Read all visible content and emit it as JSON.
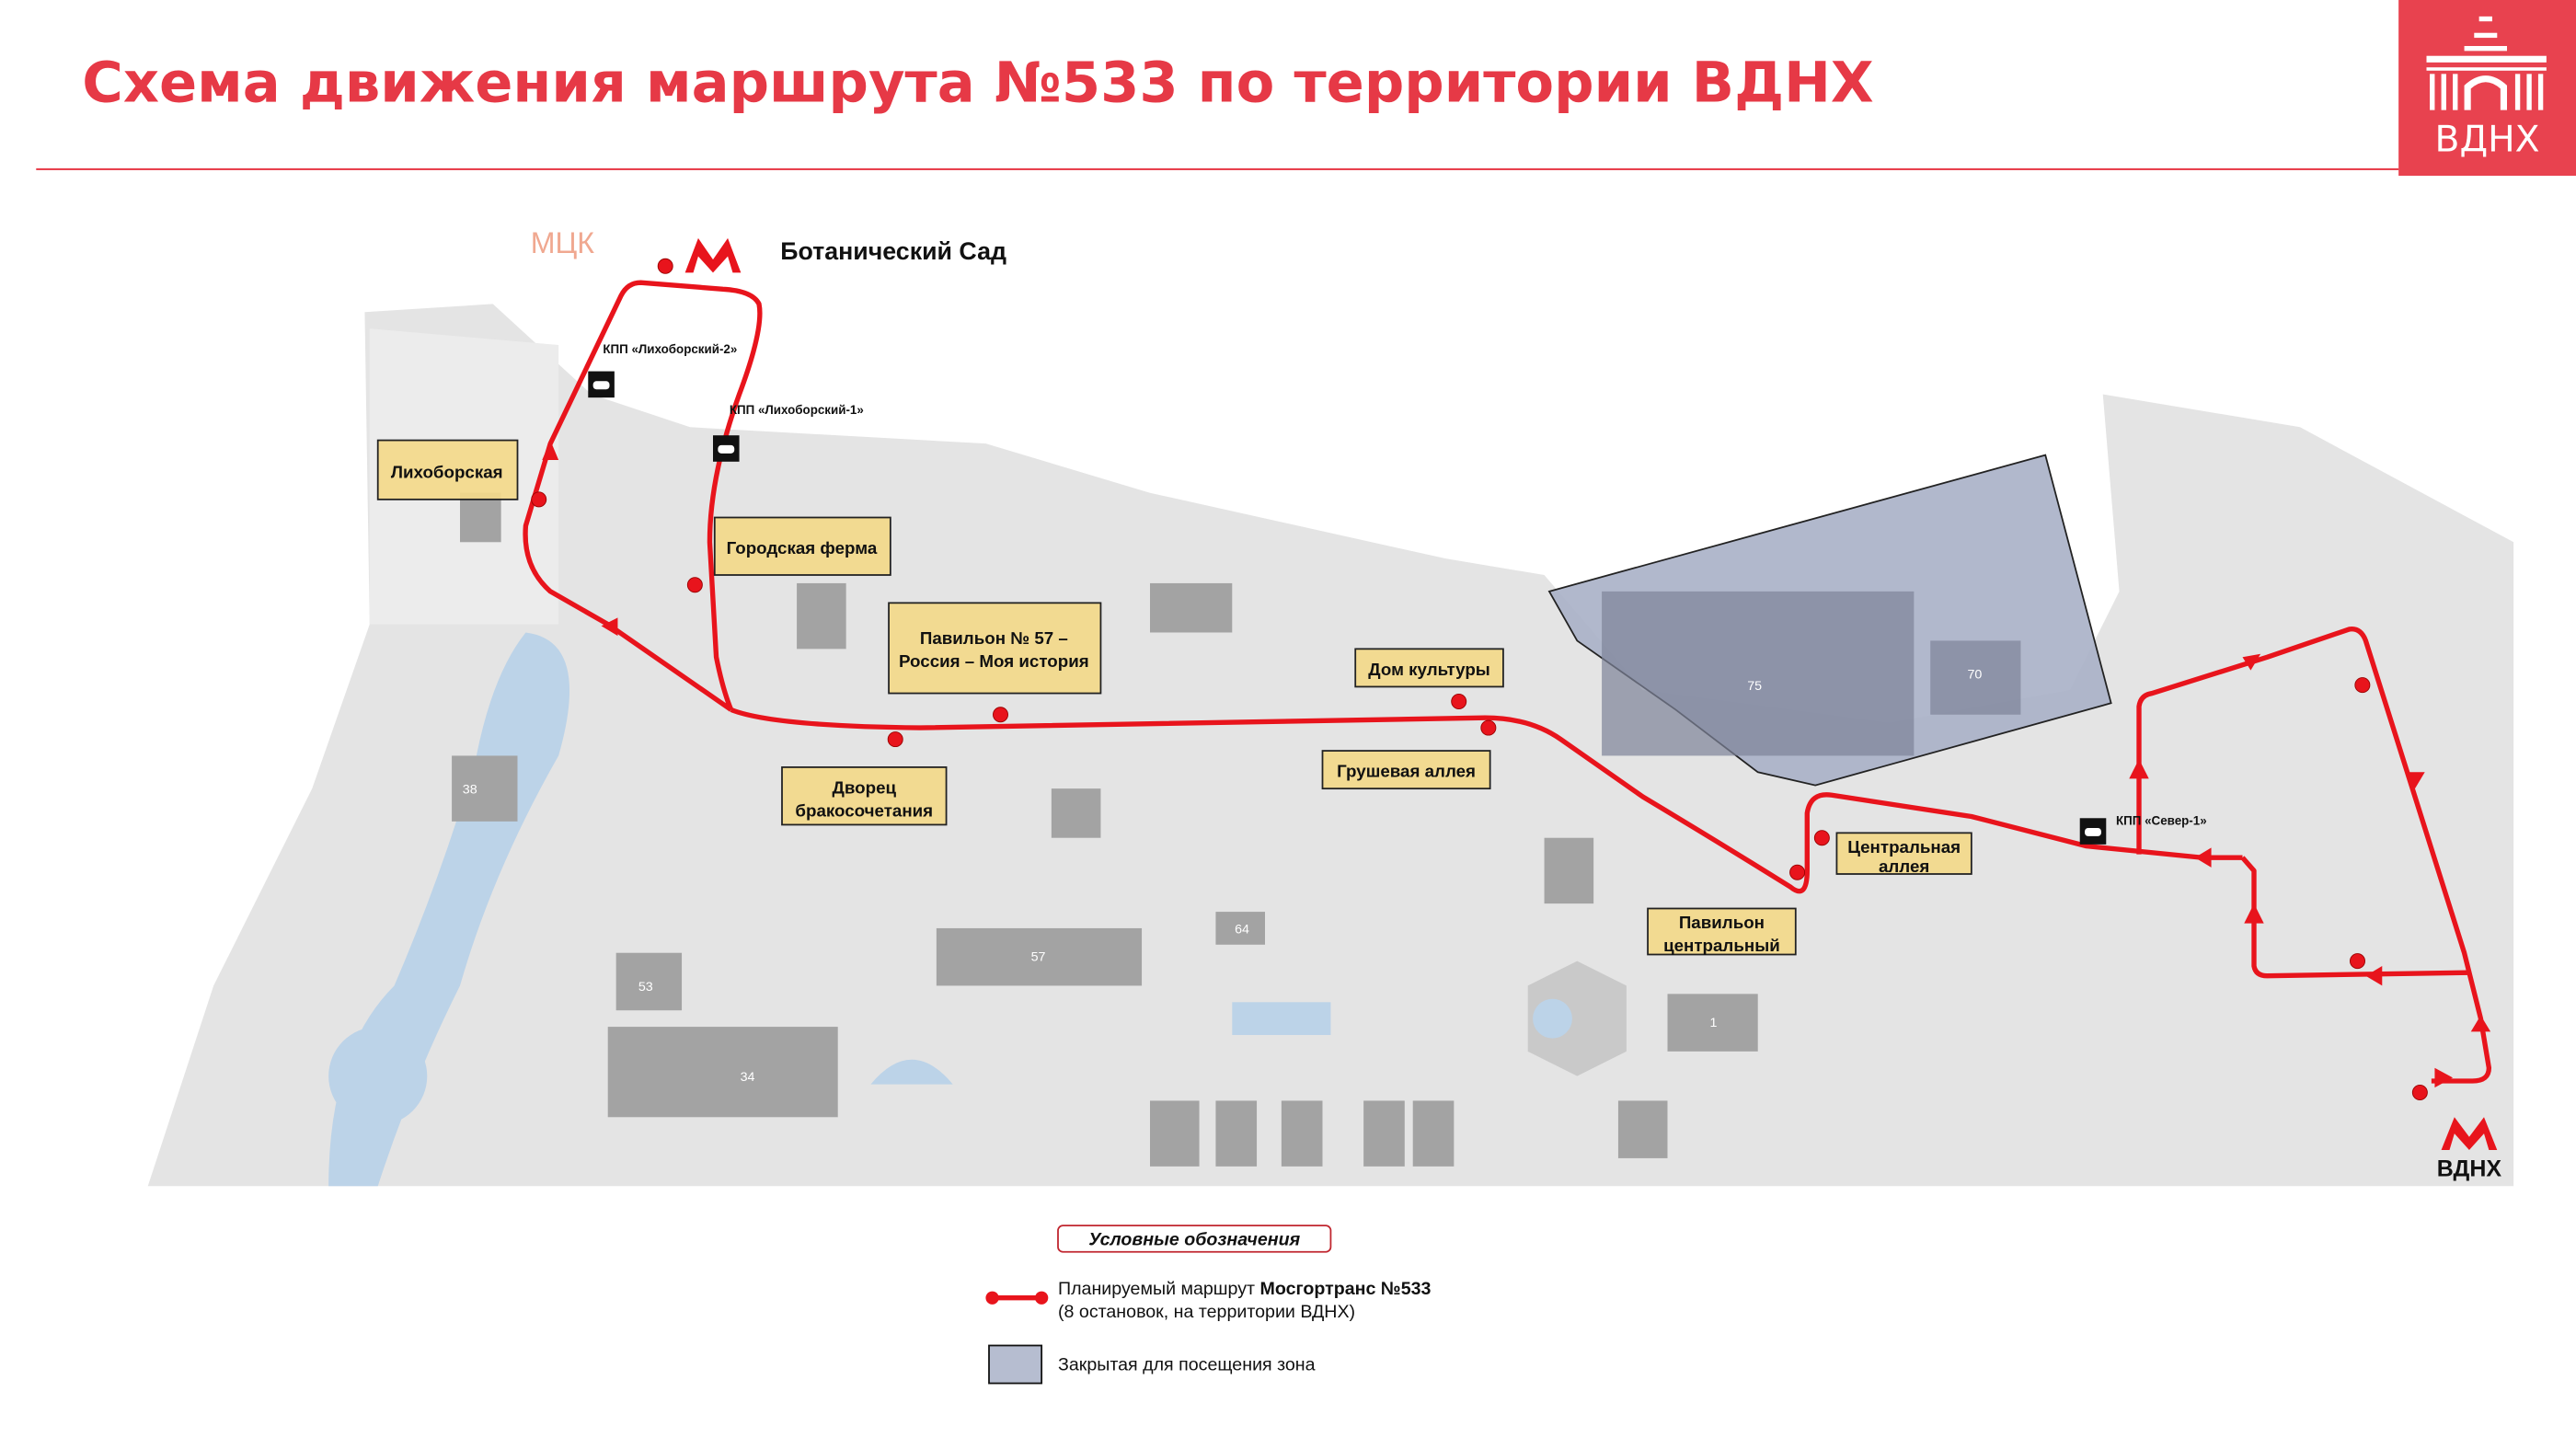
{
  "header": {
    "title": "Схема движения маршрута №533 по территории ВДНХ",
    "logo_text": "ВДНХ",
    "accent_color": "#e8424f"
  },
  "map": {
    "mck_label": "МЦК",
    "metro_top": "Ботанический Сад",
    "metro_bottom": "ВДНХ",
    "checkpoints": [
      {
        "label": "КПП «Лихоборский-2»",
        "icon": "car-icon"
      },
      {
        "label": "КПП «Лихоборский-1»",
        "icon": "car-icon"
      },
      {
        "label": "КПП «Север-1»",
        "icon": "car-icon"
      }
    ],
    "stops": [
      {
        "line1": "Лихоборская",
        "line2": ""
      },
      {
        "line1": "Городская ферма",
        "line2": ""
      },
      {
        "line1": "Павильон № 57 –",
        "line2": "Россия – Моя история"
      },
      {
        "line1": "Дом культуры",
        "line2": ""
      },
      {
        "line1": "Дворец",
        "line2": "бракосочетания"
      },
      {
        "line1": "Грушевая аллея",
        "line2": ""
      },
      {
        "line1": "Центральная",
        "line2": "аллея"
      },
      {
        "line1": "Павильон",
        "line2": "центральный"
      }
    ],
    "building_numbers": [
      "57",
      "34",
      "75",
      "70",
      "1",
      "38",
      "64",
      "53"
    ],
    "route_color": "#e8141c",
    "closed_zone_color": "#a9b0c6"
  },
  "legend": {
    "title": "Условные обозначения",
    "route_text": "Планируемый маршрут ",
    "route_bold": "Мосгортранс №533",
    "route_sub": "(8 остановок, на территории ВДНХ)",
    "closed_zone": "Закрытая для посещения зона"
  }
}
